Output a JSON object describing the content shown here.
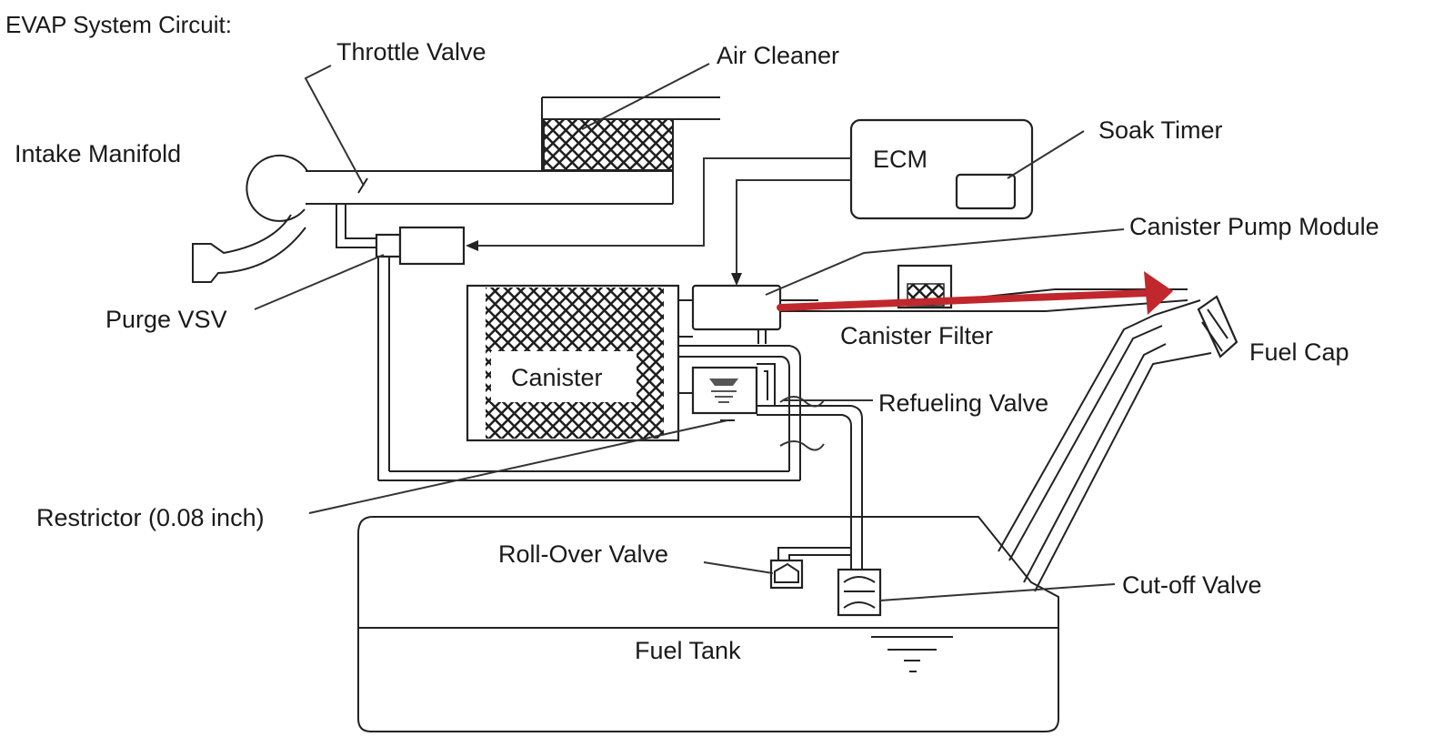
{
  "title": "EVAP System Circuit:",
  "labels": {
    "throttle_valve": "Throttle Valve",
    "air_cleaner": "Air Cleaner",
    "intake_manifold": "Intake Manifold",
    "ecm": "ECM",
    "soak_timer": "Soak Timer",
    "canister_pump_module": "Canister Pump Module",
    "purge_vsv": "Purge VSV",
    "canister_filter": "Canister Filter",
    "fuel_cap": "Fuel Cap",
    "canister": "Canister",
    "refueling_valve": "Refueling Valve",
    "restrictor": "Restrictor (0.08 inch)",
    "roll_over_valve": "Roll-Over Valve",
    "cut_off_valve": "Cut-off Valve",
    "fuel_tank": "Fuel Tank"
  },
  "colors": {
    "line": "#222222",
    "arrow_highlight": "#c0282d",
    "hatch": "#1e1e1e"
  }
}
